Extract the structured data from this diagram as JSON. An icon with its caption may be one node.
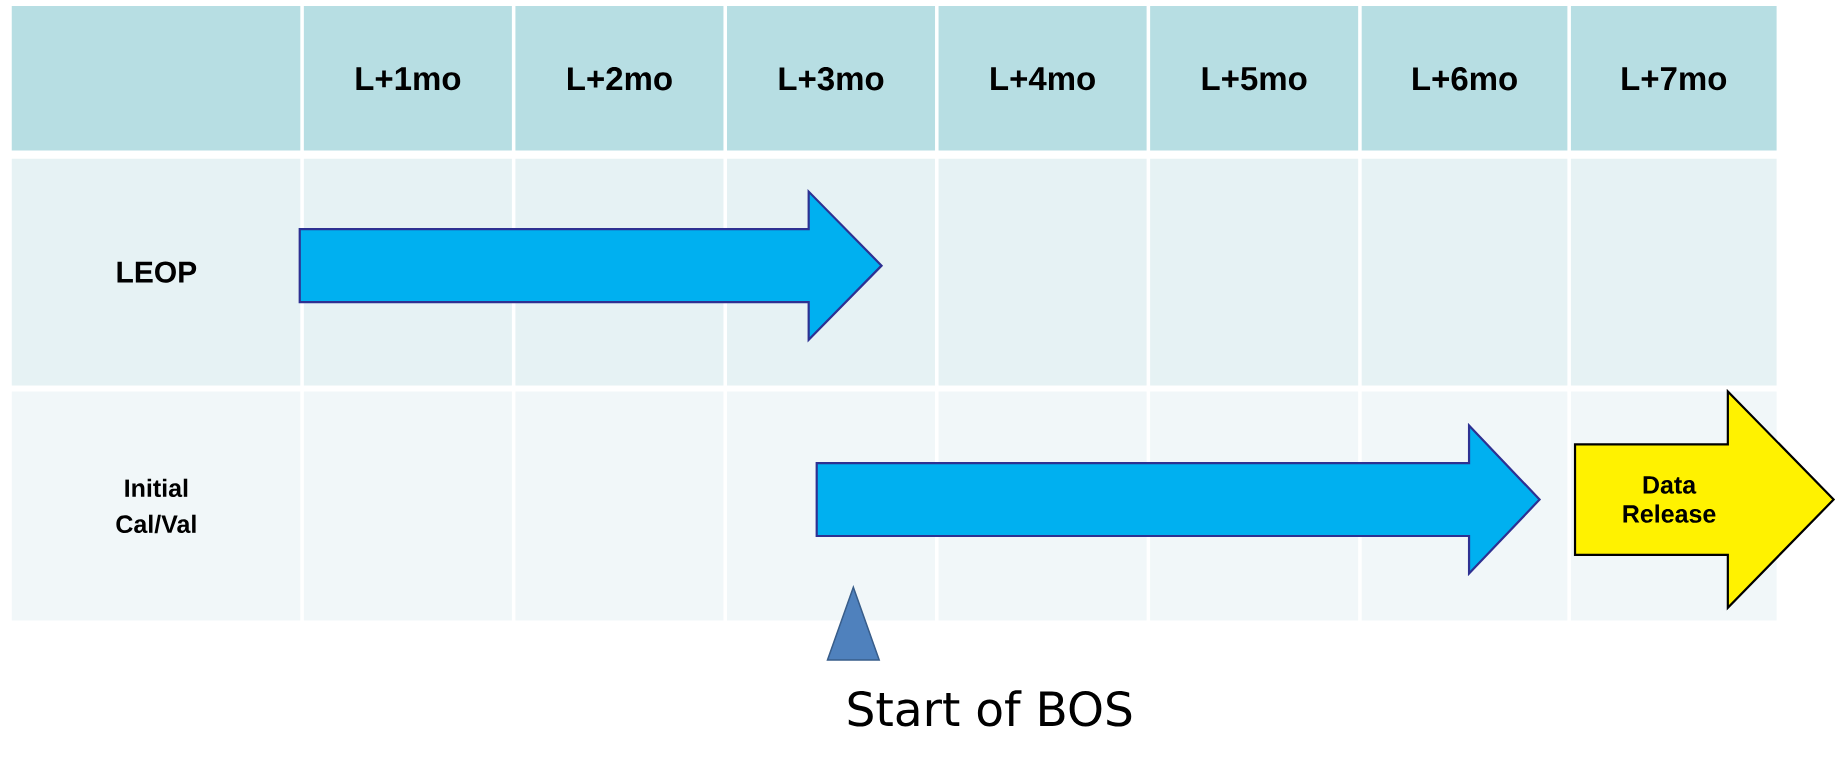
{
  "diagram": {
    "nodes": [
      {
        "text": [],
        "shape": "arrow"
      },
      {
        "text": [
          "Data Release"
        ]
      },
      {
        "text": [],
        "shape": "triangle",
        "beside": [
          "Start of BOS"
        ]
      }
    ],
    "edges": [
      {
        "from": null,
        "to": 1,
        "arrow": "to"
      }
    ],
    "labels": [
      "L+1mo",
      "L+2mo",
      "L+3mo",
      "L+4mo",
      "L+5mo",
      "L+6mo",
      "L+7mo",
      "LEOP",
      "Initial Cal/Val"
    ]
  }
}
